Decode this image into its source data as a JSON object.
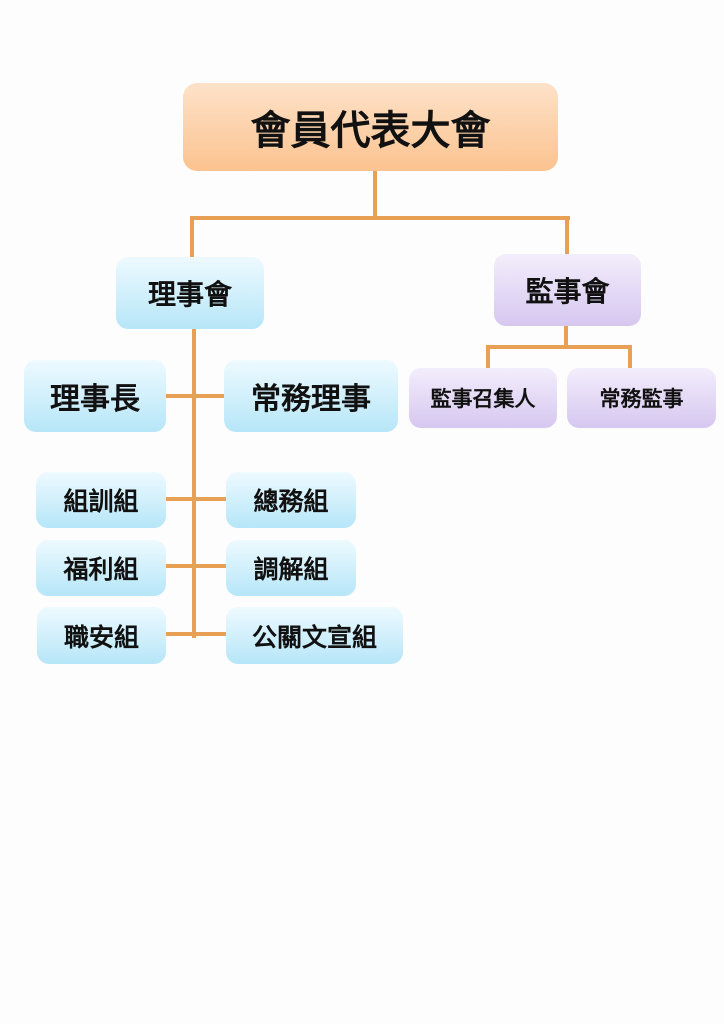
{
  "org_chart": {
    "root": {
      "label": "會員代表大會"
    },
    "board": {
      "label": "理事會",
      "leaders": {
        "chair": "理事長",
        "standing_directors": "常務理事"
      },
      "groups": [
        {
          "left": "組訓組",
          "right": "總務組"
        },
        {
          "left": "福利組",
          "right": "調解組"
        },
        {
          "left": "職安組",
          "right": "公關文宣組"
        }
      ]
    },
    "supervisors": {
      "label": "監事會",
      "members": {
        "convener": "監事召集人",
        "standing_supervisor": "常務監事"
      }
    }
  },
  "colors": {
    "connector": "#e8a055",
    "root_fill": "#fbc38f",
    "board_fill": "#b6e6f8",
    "supervisor_fill": "#d6c7ef"
  }
}
